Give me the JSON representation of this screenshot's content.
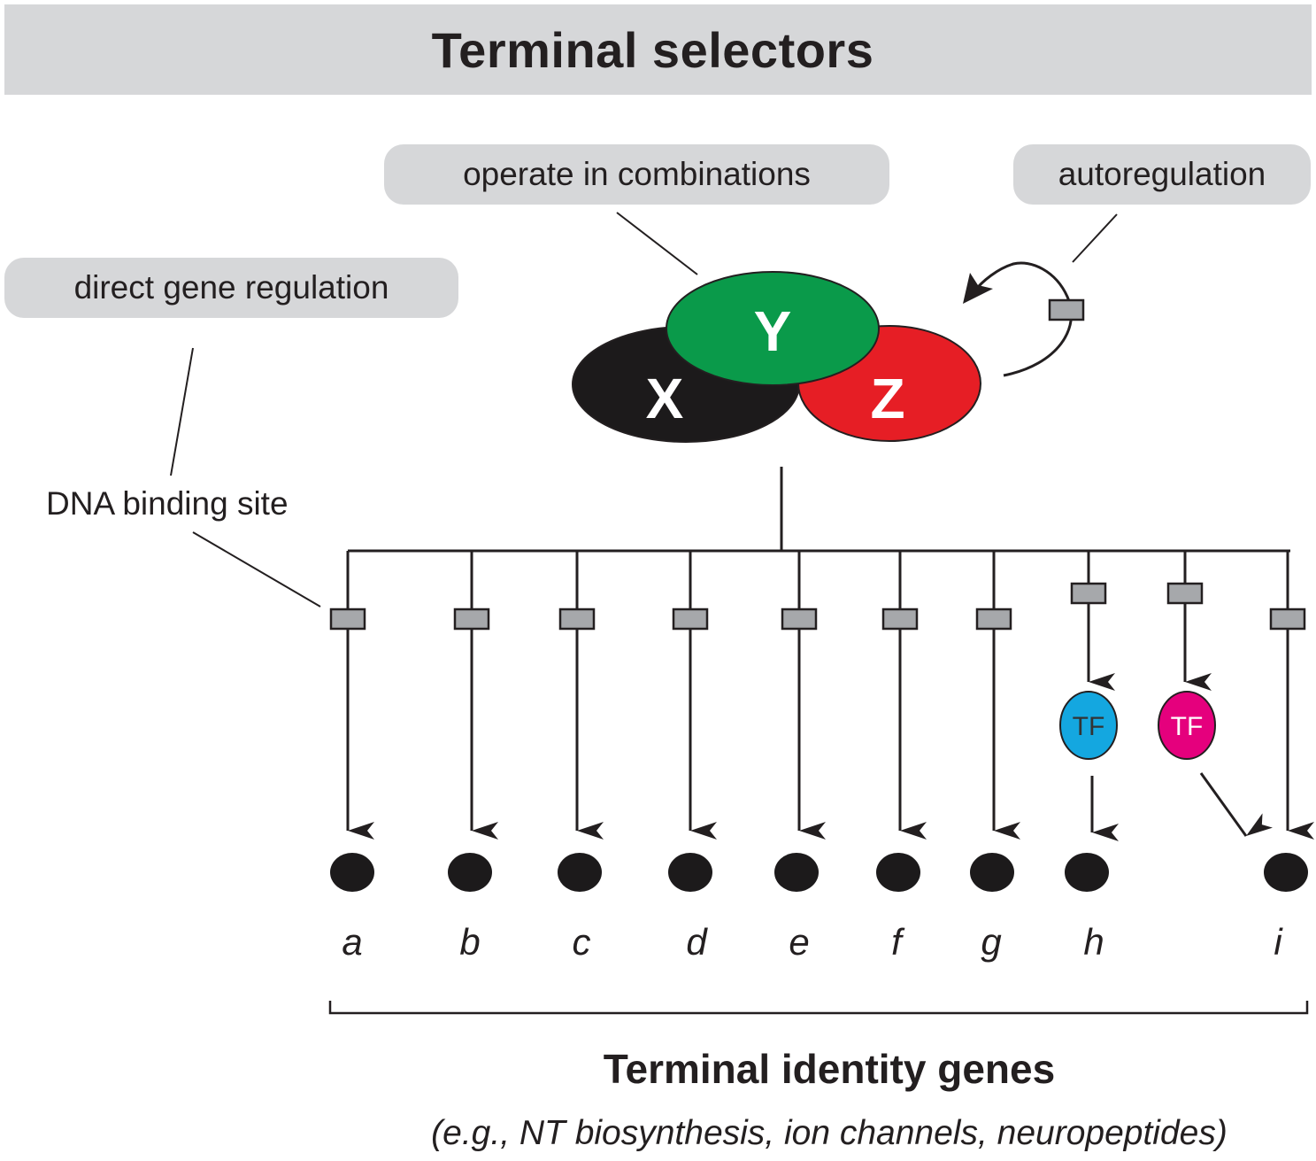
{
  "header": {
    "title": "Terminal selectors"
  },
  "callouts": {
    "combinations": "operate in combinations",
    "autoregulation": "autoregulation",
    "direct": "direct gene regulation",
    "dna_site": "DNA binding site"
  },
  "selectors": {
    "x": {
      "label": "X",
      "color": "#1c1a1b"
    },
    "y": {
      "label": "Y",
      "color": "#0a9a4a"
    },
    "z": {
      "label": "Z",
      "color": "#e61e25"
    }
  },
  "intermediates": [
    {
      "label": "TF",
      "color": "#14a7e0"
    },
    {
      "label": "TF",
      "color": "#e5007d"
    }
  ],
  "genes": [
    "a",
    "b",
    "c",
    "d",
    "e",
    "f",
    "g",
    "h",
    "i"
  ],
  "footer": {
    "title": "Terminal identity genes",
    "subtitle": "(e.g., NT biosynthesis, ion channels, neuropeptides)"
  },
  "colors": {
    "banner": "#d6d7d9",
    "binding_site": "#a6a8ab"
  }
}
